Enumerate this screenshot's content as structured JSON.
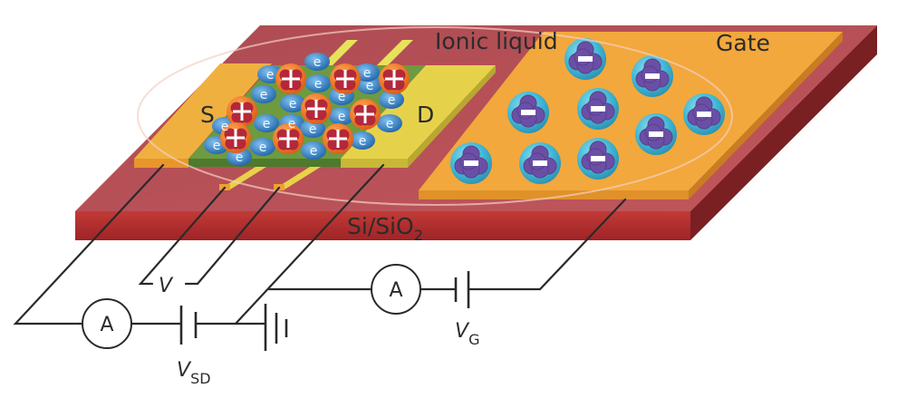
{
  "labels": {
    "source": "S",
    "drain": "D",
    "gate": "Gate",
    "ionic_liquid": "Ionic liquid",
    "substrate": "Si/SiO",
    "substrate_sub": "2",
    "probe_voltage": "V",
    "vsd_main": "V",
    "vsd_sub": "SD",
    "vg_main": "V",
    "vg_sub": "G",
    "ammeter_sd": "A",
    "ammeter_g": "A",
    "electron_symbol": "e",
    "cation_symbol": "+",
    "anion_symbol": "−"
  },
  "counts": {
    "cations": 9,
    "anions": 9
  },
  "colors": {
    "substrate_top": "#b4545a",
    "substrate_front": "#b3302f",
    "substrate_side": "#7a1f22",
    "electrode_gold": "#f0a43a",
    "channel_green": "#5f8f3a",
    "electrode_yellow": "#e8e25a",
    "cation_orange": "#f07a2a",
    "cation_core": "#b3283a",
    "anion_halo": "#3fb6d4",
    "anion_core": "#6b4fa6",
    "electron_blue": "#2a78c0",
    "wire": "#2a2a2a"
  }
}
